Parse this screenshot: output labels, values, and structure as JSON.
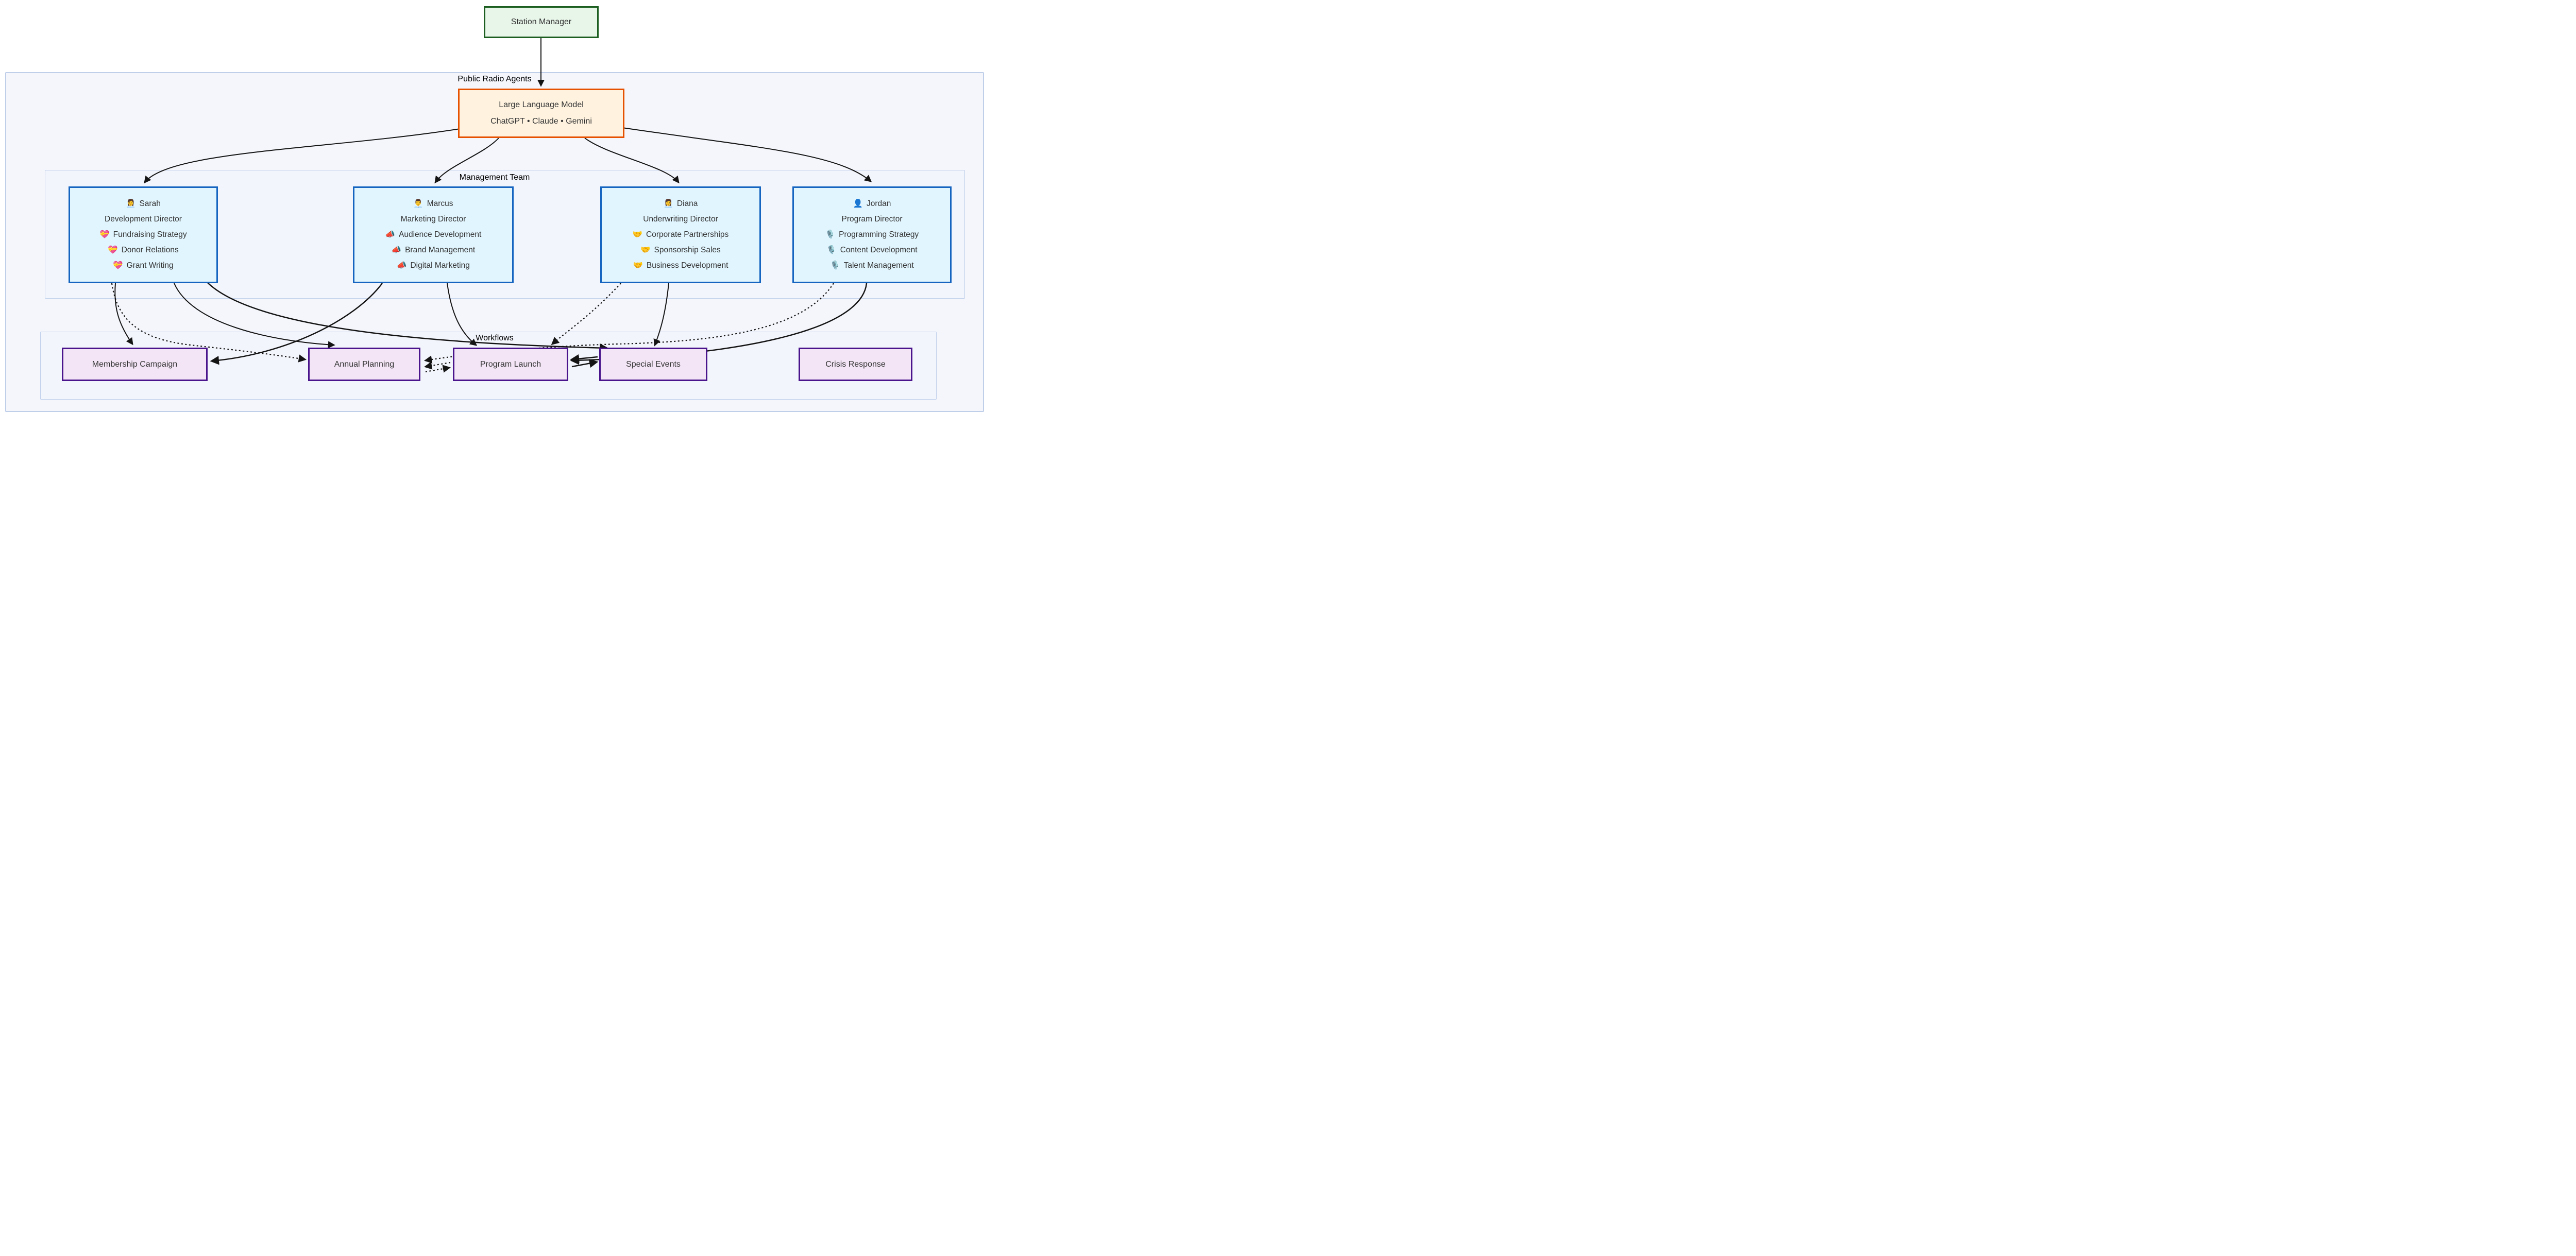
{
  "colors": {
    "page_bg": "#ffffff",
    "container_bg": "#f4f6fc",
    "container_border": "#bfcfea",
    "station_bg": "#e8f5e9",
    "station_border": "#1b5e20",
    "llm_bg": "#fff3e0",
    "llm_border": "#e65100",
    "agent_bg": "#e1f5fe",
    "agent_border": "#1565c0",
    "workflow_bg": "#f3e5f5",
    "workflow_border": "#4a148c",
    "text": "#333333",
    "edge": "#141414"
  },
  "station_manager": {
    "label": "Station Manager"
  },
  "outer_group": {
    "label": "Public Radio Agents"
  },
  "llm": {
    "title": "Large Language Model",
    "subtitle": "ChatGPT • Claude • Gemini"
  },
  "management": {
    "label": "Management Team",
    "agents": [
      {
        "emoji": "👩‍💼",
        "name": "Sarah",
        "role": "Development Director",
        "tasks": [
          {
            "emoji": "💝",
            "text": "Fundraising Strategy"
          },
          {
            "emoji": "💝",
            "text": "Donor Relations"
          },
          {
            "emoji": "💝",
            "text": "Grant Writing"
          }
        ]
      },
      {
        "emoji": "👨‍💼",
        "name": "Marcus",
        "role": "Marketing Director",
        "tasks": [
          {
            "emoji": "📣",
            "text": "Audience Development"
          },
          {
            "emoji": "📣",
            "text": "Brand Management"
          },
          {
            "emoji": "📣",
            "text": "Digital Marketing"
          }
        ]
      },
      {
        "emoji": "👩‍💼",
        "name": "Diana",
        "role": "Underwriting Director",
        "tasks": [
          {
            "emoji": "🤝",
            "text": "Corporate Partnerships"
          },
          {
            "emoji": "🤝",
            "text": "Sponsorship Sales"
          },
          {
            "emoji": "🤝",
            "text": "Business Development"
          }
        ]
      },
      {
        "emoji": "👤",
        "name": "Jordan",
        "role": "Program Director",
        "tasks": [
          {
            "emoji": "🎙️",
            "text": "Programming Strategy"
          },
          {
            "emoji": "🎙️",
            "text": "Content Development"
          },
          {
            "emoji": "🎙️",
            "text": "Talent Management"
          }
        ]
      }
    ]
  },
  "workflows": {
    "label": "Workflows",
    "items": [
      {
        "label": "Membership Campaign"
      },
      {
        "label": "Annual Planning"
      },
      {
        "label": "Program Launch"
      },
      {
        "label": "Special Events"
      },
      {
        "label": "Crisis Response"
      }
    ]
  }
}
